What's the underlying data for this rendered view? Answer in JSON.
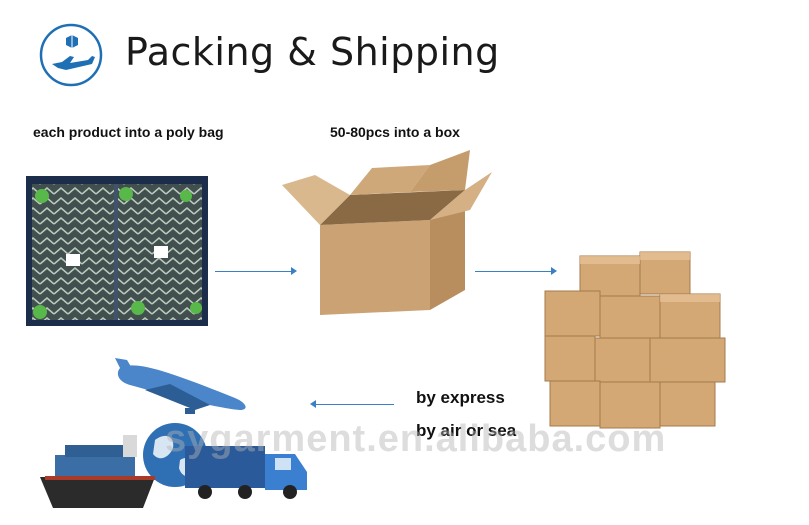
{
  "header": {
    "title": "Packing & Shipping",
    "logo_icon": "box-plane-icon"
  },
  "steps": {
    "poly_bag_caption": "each product into a poly bag",
    "box_caption": "50-80pcs into a box",
    "express_label": "by express",
    "air_sea_label": "by air or sea"
  },
  "watermark": "sygarment.en.alibaba.com",
  "colors": {
    "accent": "#1f6fb5",
    "arrow": "#3b7fc4",
    "cardboard": "#d2a878"
  }
}
